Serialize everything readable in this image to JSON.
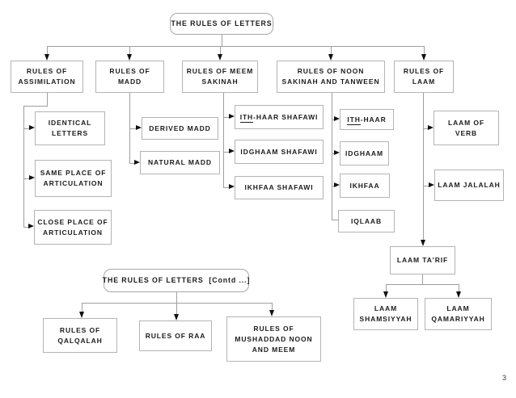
{
  "page_number": "3",
  "root": {
    "label": "THE RULES OF LETTERS"
  },
  "root_contd": {
    "label": "THE RULES OF LETTERS  [Contd ...]"
  },
  "nodes": {
    "assimilation": {
      "label": "RULES OF\nASSIMILATION"
    },
    "madd": {
      "label": "RULES OF\nMADD"
    },
    "meem_sakinah": {
      "label": "RULES OF MEEM\nSAKINAH"
    },
    "noon_sakinah": {
      "label": "RULES OF NOON\nSAKINAH AND TANWEEN"
    },
    "laam": {
      "label": "RULES OF\nLAAM"
    },
    "identical_letters": {
      "label": "IDENTICAL\nLETTERS"
    },
    "same_place": {
      "label": "SAME PLACE OF\nARTICULATION"
    },
    "close_place": {
      "label": "CLOSE PLACE OF\nARTICULATION"
    },
    "derived_madd": {
      "label": "DERIVED MADD"
    },
    "natural_madd": {
      "label": "NATURAL MADD"
    },
    "ith_haar_shafawi": {
      "u": "ITH",
      "rest": "-HAAR SHAFAWI"
    },
    "idghaam_shafawi": {
      "label": "IDGHAAM SHAFAWI"
    },
    "ikhfaa_shafawi": {
      "label": "IKHFAA SHAFAWI"
    },
    "ith_haar": {
      "u": "ITH",
      "rest": "-HAAR"
    },
    "idghaam": {
      "label": "IDGHAAM"
    },
    "ikhfaa": {
      "label": "IKHFAA"
    },
    "iqlaab": {
      "label": "IQLAAB"
    },
    "laam_of_verb": {
      "label": "LAAM OF\nVERB"
    },
    "laam_jalalah": {
      "label": "LAAM JALALAH"
    },
    "laam_tarif": {
      "label": "LAAM TA'RIF"
    },
    "laam_shamsiyyah": {
      "label": "LAAM\nSHAMSIYYAH"
    },
    "laam_qamariyyah": {
      "label": "LAAM\nQAMARIYYAH"
    },
    "qalqalah": {
      "label": "RULES OF\nQALQALAH"
    },
    "raa": {
      "label": "RULES OF RAA"
    },
    "mushaddad": {
      "label": "RULES OF\nMUSHADDAD NOON\nAND MEEM"
    }
  },
  "colors": {
    "background": "#ffffff",
    "box_border": "#b4b4b4",
    "connector_line": "#9e9e9e",
    "arrowhead": "#111111",
    "text": "#1c1c1c"
  }
}
